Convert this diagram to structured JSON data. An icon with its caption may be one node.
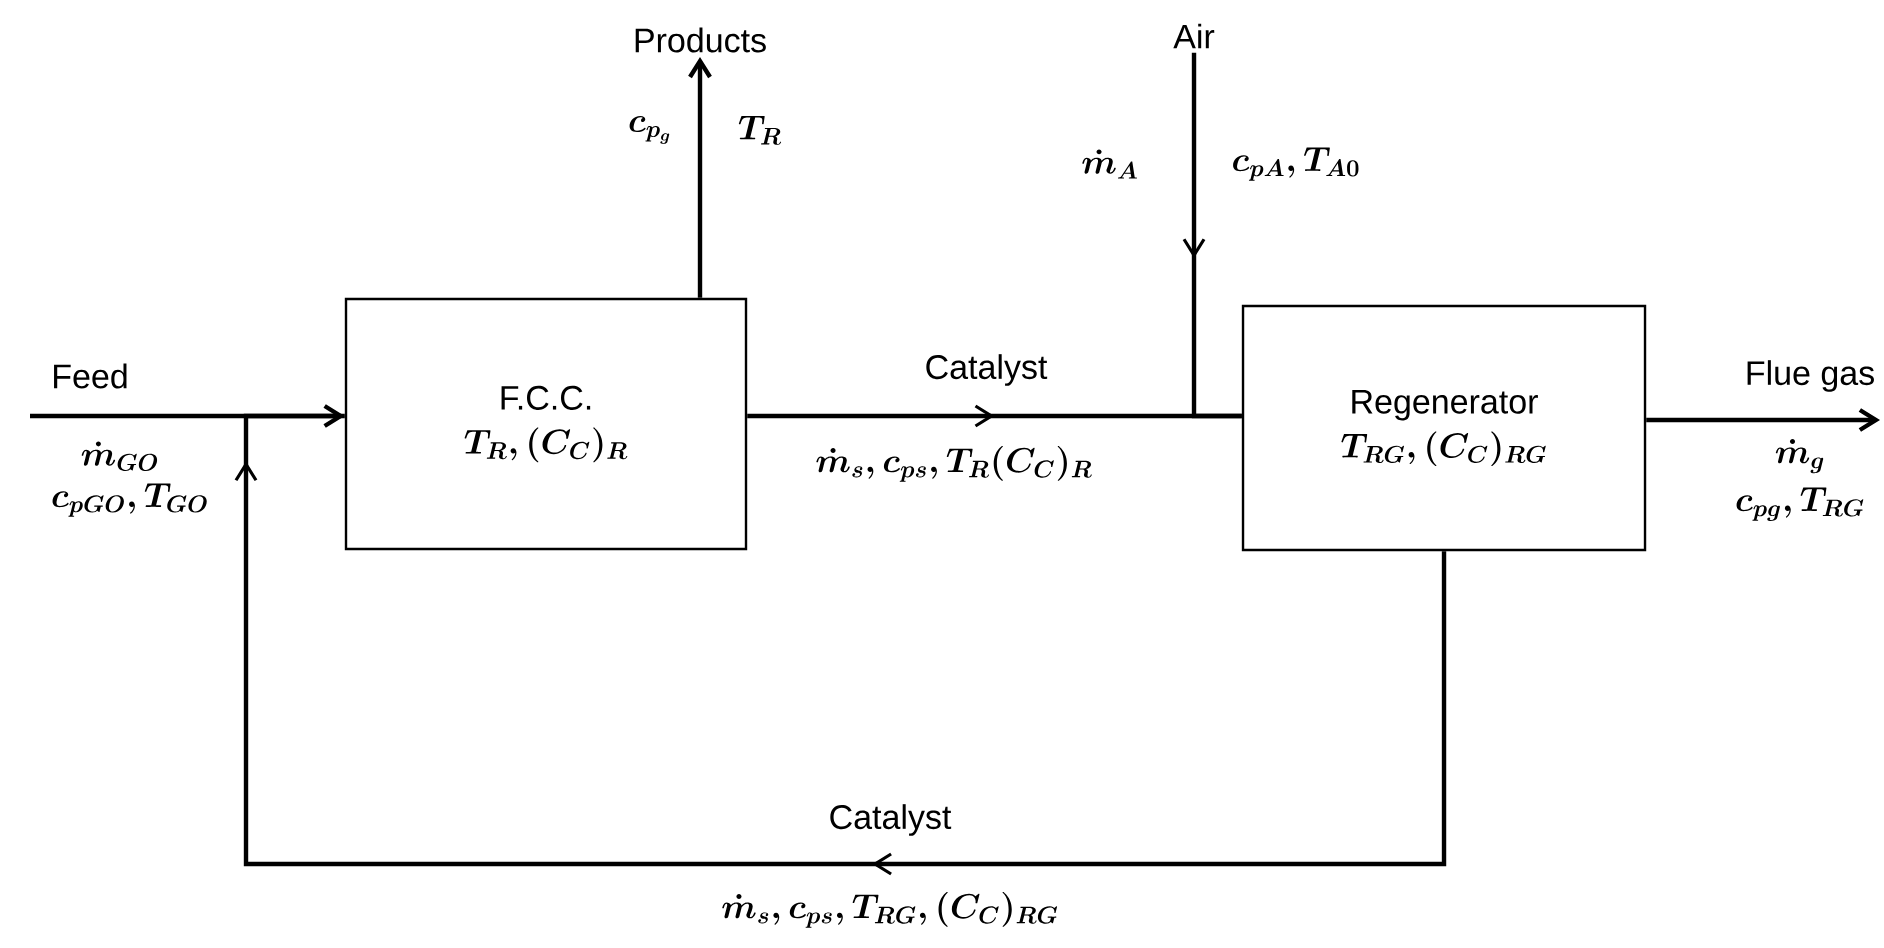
{
  "diagram": {
    "nodes": [
      {
        "text": [
          "F.C.C.",
          "T_R , (C_C)_R"
        ]
      },
      {
        "text": [
          "Regenerator",
          "T_{RG} , (C_C)_{RG}"
        ]
      },
      {
        "text": [
          "Products"
        ]
      },
      {
        "text": [
          "Air"
        ]
      }
    ],
    "edges": [
      {
        "from": null,
        "to": 0,
        "arrow": "to",
        "label": "Feed"
      },
      {
        "from": 0,
        "to": 2,
        "arrow": "to"
      },
      {
        "from": 3,
        "to": 1,
        "arrow": "to"
      },
      {
        "from": 0,
        "to": 1,
        "arrow": "to",
        "label": "Catalyst"
      },
      {
        "from": 1,
        "to": null,
        "arrow": "to",
        "label": "Flue gas"
      },
      {
        "from": 1,
        "to": 0,
        "arrow": "to",
        "label": "Catalyst"
      }
    ],
    "labels": [
      "c_{p_g}",
      "T_R",
      "\\dot{m}_A",
      "c_{pA} , T_{A0}",
      "\\dot{m}_{GO}",
      "\\dot{m}_s , c_{ps} , T_R (C_C)_R",
      "\\dot{m}_g",
      "c_{pGO} , T_{GO}",
      "c_{pg} , T_{RG}",
      "\\dot{m}_s , c_{ps} , T_{RG} , (C_C)_{RG}"
    ]
  }
}
